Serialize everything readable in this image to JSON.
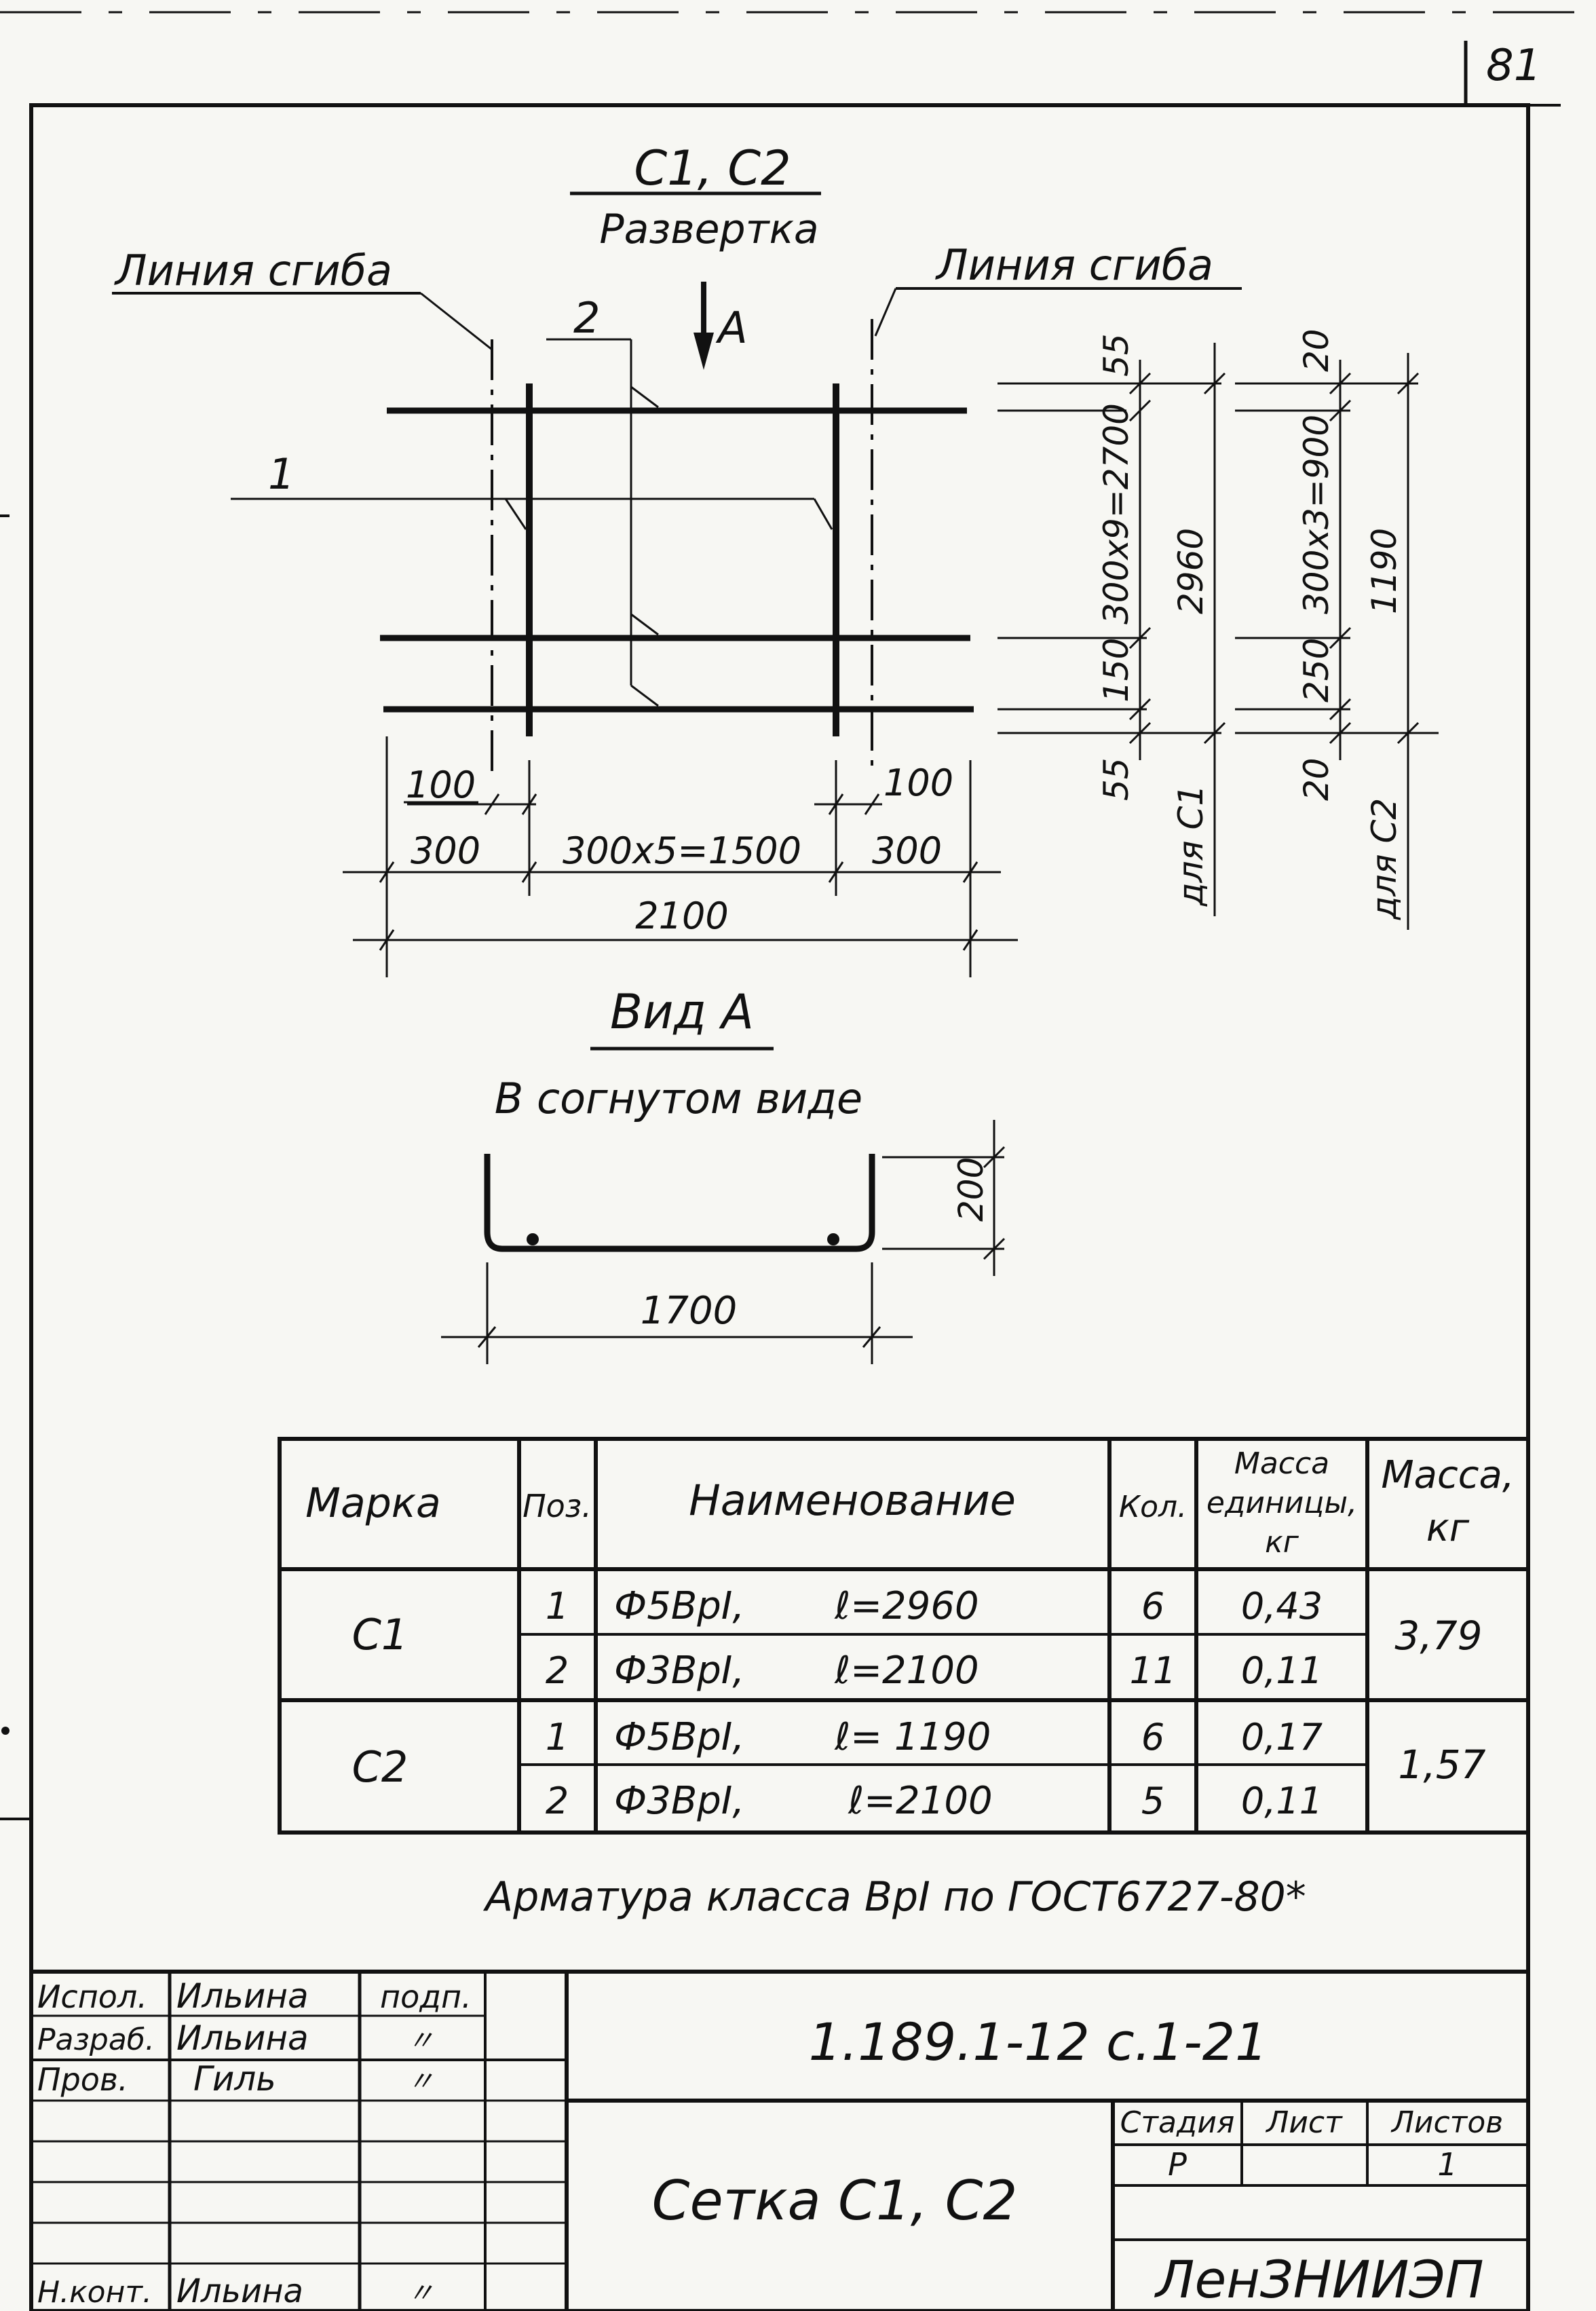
{
  "sheet": {
    "page_number": "81"
  },
  "drawing": {
    "title": "C1, C2",
    "subtitle": "Развертка",
    "bend_line_label_left": "Линия сгиба",
    "bend_line_label_right": "Линия сгиба",
    "view_arrow_label": "A",
    "pos_label_1": "1",
    "pos_label_2": "2",
    "dims_bottom": {
      "d100_left": "100",
      "d100_right": "100",
      "d300_left": "300",
      "d300x5": "300x5=1500",
      "d300_right": "300",
      "d2100": "2100"
    },
    "dims_c1": {
      "d55_top": "55",
      "d300x9": "300x9=2700",
      "d150": "150",
      "d55_bottom": "55",
      "d2960": "2960",
      "label": "для C1"
    },
    "dims_c2": {
      "d20_top": "20",
      "d300x3": "300x3=900",
      "d250": "250",
      "d20_bottom": "20",
      "d1190": "1190",
      "label": "для C2"
    }
  },
  "view_a": {
    "title": "Вид A",
    "subtitle": "В согнутом виде",
    "dim_height": "200",
    "dim_width": "1700"
  },
  "spec_table": {
    "headers": {
      "mark": "Марка",
      "pos": "Поз.",
      "name": "Наименование",
      "qty": "Кол.",
      "unit_mass": "Масса единицы, кг",
      "mass": "Масса, кг"
    },
    "groups": [
      {
        "mark": "C1",
        "mass": "3,79",
        "rows": [
          {
            "pos": "1",
            "name": "Ф5BpI,",
            "length": "ℓ=2960",
            "qty": "6",
            "unit_mass": "0,43"
          },
          {
            "pos": "2",
            "name": "Ф3BpI,",
            "length": "ℓ=2100",
            "qty": "11",
            "unit_mass": "0,11"
          }
        ]
      },
      {
        "mark": "C2",
        "mass": "1,57",
        "rows": [
          {
            "pos": "1",
            "name": "Ф5BpI,",
            "length": "ℓ= 1190",
            "qty": "6",
            "unit_mass": "0,17"
          },
          {
            "pos": "2",
            "name": "Ф3BpI,",
            "length": "ℓ=2100",
            "qty": "5",
            "unit_mass": "0,11"
          }
        ]
      }
    ],
    "note": "Арматура класса BpI по ГОСТ6727-80*"
  },
  "title_block": {
    "signatures": [
      {
        "role": "Испол.",
        "name": "Ильина",
        "sign": "подп."
      },
      {
        "role": "Разраб.",
        "name": "Ильина",
        "sign": "〃"
      },
      {
        "role": "Пров.",
        "name": "Гиль",
        "sign": "〃"
      },
      {
        "role": "Н.конт.",
        "name": "Ильина",
        "sign": "〃"
      }
    ],
    "doc_code": "1.189.1-12 с.1-21",
    "drawing_name": "Сетка C1, C2",
    "stage_header": "Стадия",
    "sheet_header": "Лист",
    "sheets_header": "Листов",
    "stage_value": "P",
    "sheet_value": "",
    "sheets_value": "1",
    "organization": "ЛенЗНИИЭП"
  }
}
